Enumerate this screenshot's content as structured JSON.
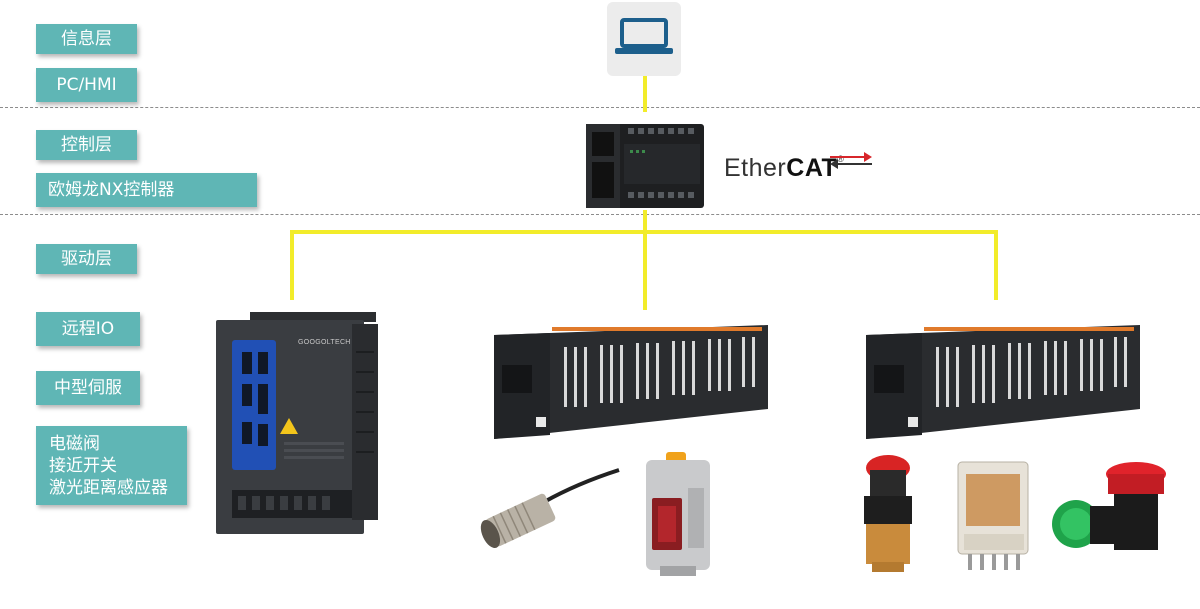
{
  "layers": {
    "info": "信息层",
    "pc_hmi": "PC/HMI",
    "control": "控制层",
    "controller": "欧姆龙NX控制器",
    "drive": "驱动层",
    "remote_io": "远程IO",
    "servo": "中型伺服",
    "field_devices": [
      "电磁阀",
      "接近开关",
      "激光距离感应器"
    ]
  },
  "bus": {
    "name_regular": "Ether",
    "name_bold": "CAT",
    "registered": "®"
  },
  "servo_brand": "GOOGOLTECH",
  "colors": {
    "tag_bg": "#5fb6b5",
    "wire": "#f2ec2a",
    "divider": "#8c8c8c",
    "ethercat_red": "#d7262b"
  }
}
